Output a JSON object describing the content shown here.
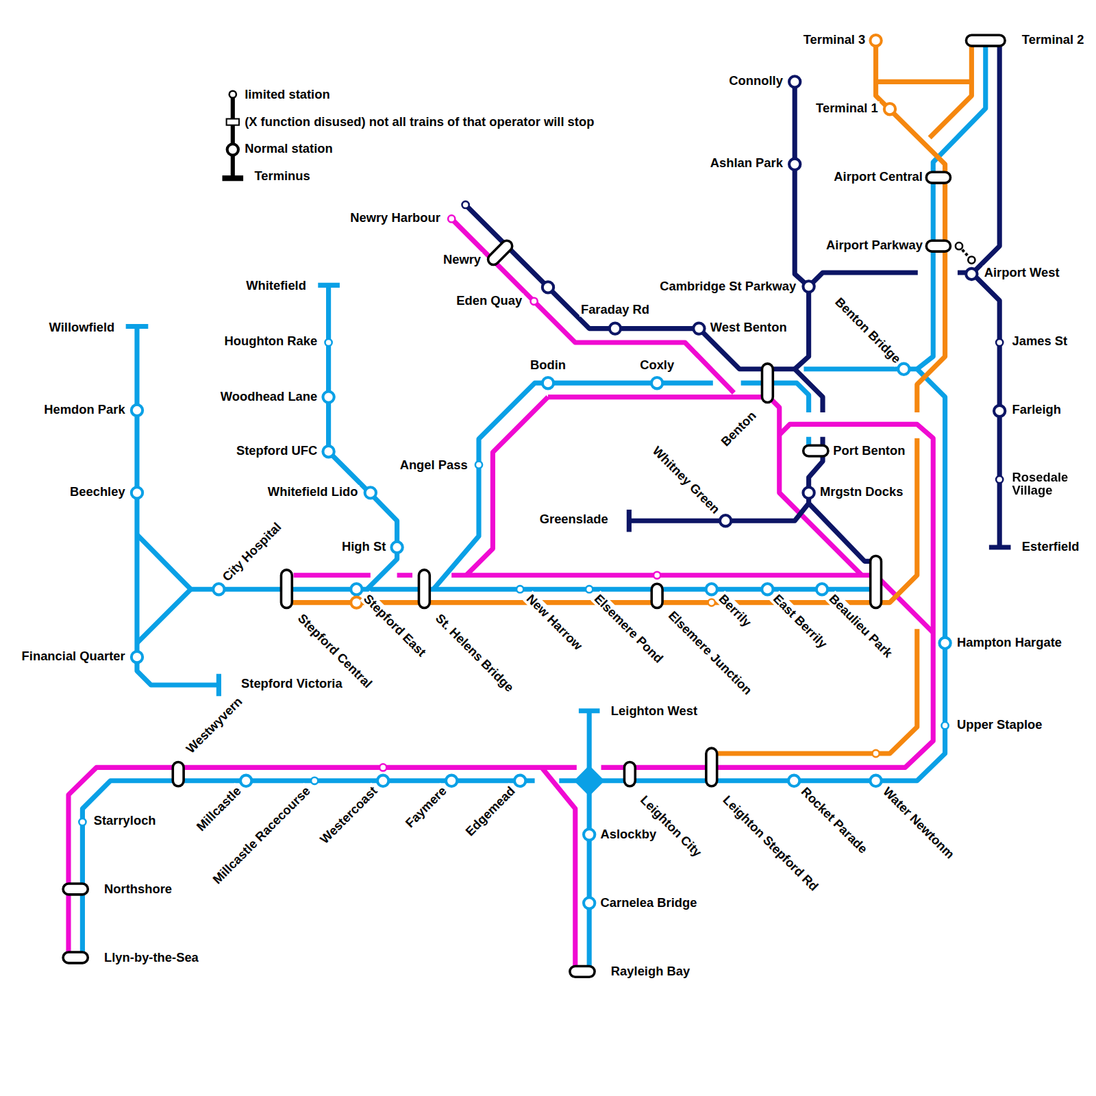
{
  "diagram": {
    "labels": [
      "Terminal 3",
      "Terminal 2",
      "Connolly",
      "Terminal 1",
      "Ashlan Park",
      "Airport Central",
      "Newry Harbour",
      "Airport Parkway",
      "Newry",
      "Airport West",
      "Whitefield",
      "Cambridge St Parkway",
      "Benton Bridge",
      "Eden Quay",
      "Faraday Rd",
      "Willowfield",
      "West Benton",
      "James St",
      "Houghton Rake",
      "Bodin",
      "Coxly",
      "Woodhead Lane",
      "Hemdon Park",
      "Farleigh",
      "Benton",
      "Whitney Green",
      "Stepford UFC",
      "Port Benton",
      "Angel Pass",
      "Rosedale Village",
      "Beechley",
      "Whitefield Lido",
      "Mrgstn Docks",
      "City Hospital",
      "Greenslade",
      "High St",
      "Esterfield",
      "Stepford Central",
      "Stepford East",
      "St. Helens Bridge",
      "New Harrow",
      "Elsemere Pond",
      "Elsemere Junction",
      "Berrily",
      "East Berrily",
      "Beaulieu Park",
      "Hampton Hargate",
      "Financial Quarter",
      "Stepford Victoria",
      "Leighton West",
      "Upper Staploe",
      "Westwyvern",
      "Millcastle",
      "Millcastle Racecourse",
      "Westercoast",
      "Faymere",
      "Edgemead",
      "Leighton City",
      "Leighton Stepford Rd",
      "Rocket Parade",
      "Water Newtonm",
      "Starryloch",
      "Aslockby",
      "Northshore",
      "Carnelea Bridge",
      "Llyn-by-the-Sea",
      "Rayleigh Bay"
    ],
    "legend": [
      {
        "text": "limited station"
      },
      {
        "text": "(X function disused) not all trains of that operator will stop"
      },
      {
        "text": "Normal station"
      },
      {
        "text": "Terminus"
      }
    ]
  }
}
